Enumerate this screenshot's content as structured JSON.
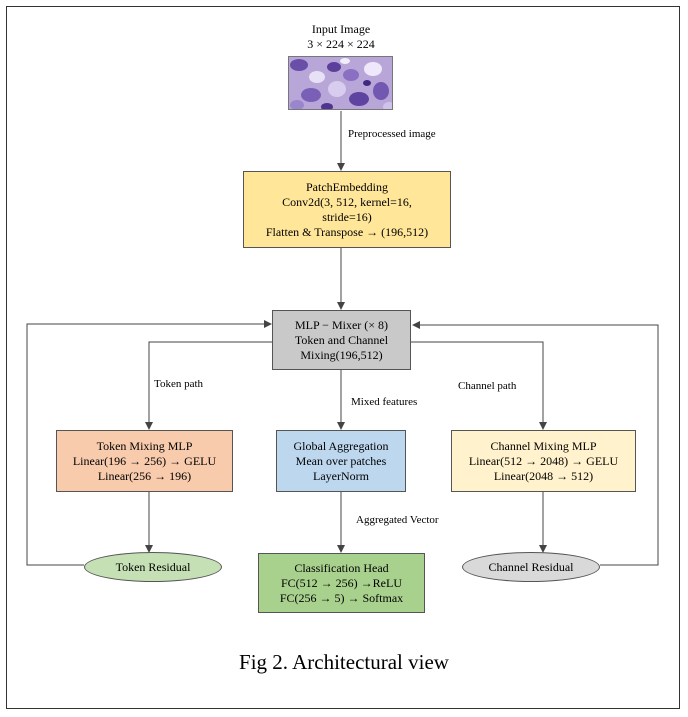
{
  "input": {
    "title": "Input Image",
    "dims": "3 × 224 × 224"
  },
  "labels": {
    "preprocessed": "Preprocessed image",
    "token_path": "Token path",
    "mixed_features": "Mixed features",
    "channel_path": "Channel path",
    "aggregated_vector": "Aggregated Vector"
  },
  "patch_embedding": {
    "lines": [
      "PatchEmbedding",
      "Conv2d(3, 512, kernel=16,",
      "stride=16)",
      "Flatten & Transpose → (196,512)"
    ],
    "color": "#FFE699"
  },
  "mixer": {
    "lines": [
      "MLP − Mixer (× 8)",
      "Token and Channel",
      "Mixing(196,512)"
    ],
    "color": "#C9C9C9"
  },
  "token_mlp": {
    "lines": [
      "Token Mixing MLP",
      "Linear(196 → 256) → GELU",
      "Linear(256 → 196)"
    ],
    "color": "#F8CBAD"
  },
  "global_agg": {
    "lines": [
      "Global Aggregation",
      "Mean over patches",
      "LayerNorm"
    ],
    "color": "#BDD7EE"
  },
  "channel_mlp": {
    "lines": [
      "Channel Mixing MLP",
      "Linear(512 → 2048) → GELU",
      "Linear(2048 → 512)"
    ],
    "color": "#FFF2CC"
  },
  "classification": {
    "lines": [
      "Classification Head",
      "FC(512 → 256) →ReLU",
      "FC(256 → 5) → Softmax"
    ],
    "color": "#A9D18E"
  },
  "token_residual": {
    "label": "Token Residual",
    "color": "#C5E0B4"
  },
  "channel_residual": {
    "label": "Channel Residual",
    "color": "#D9D9D9"
  },
  "caption": "Fig 2. Architectural view"
}
